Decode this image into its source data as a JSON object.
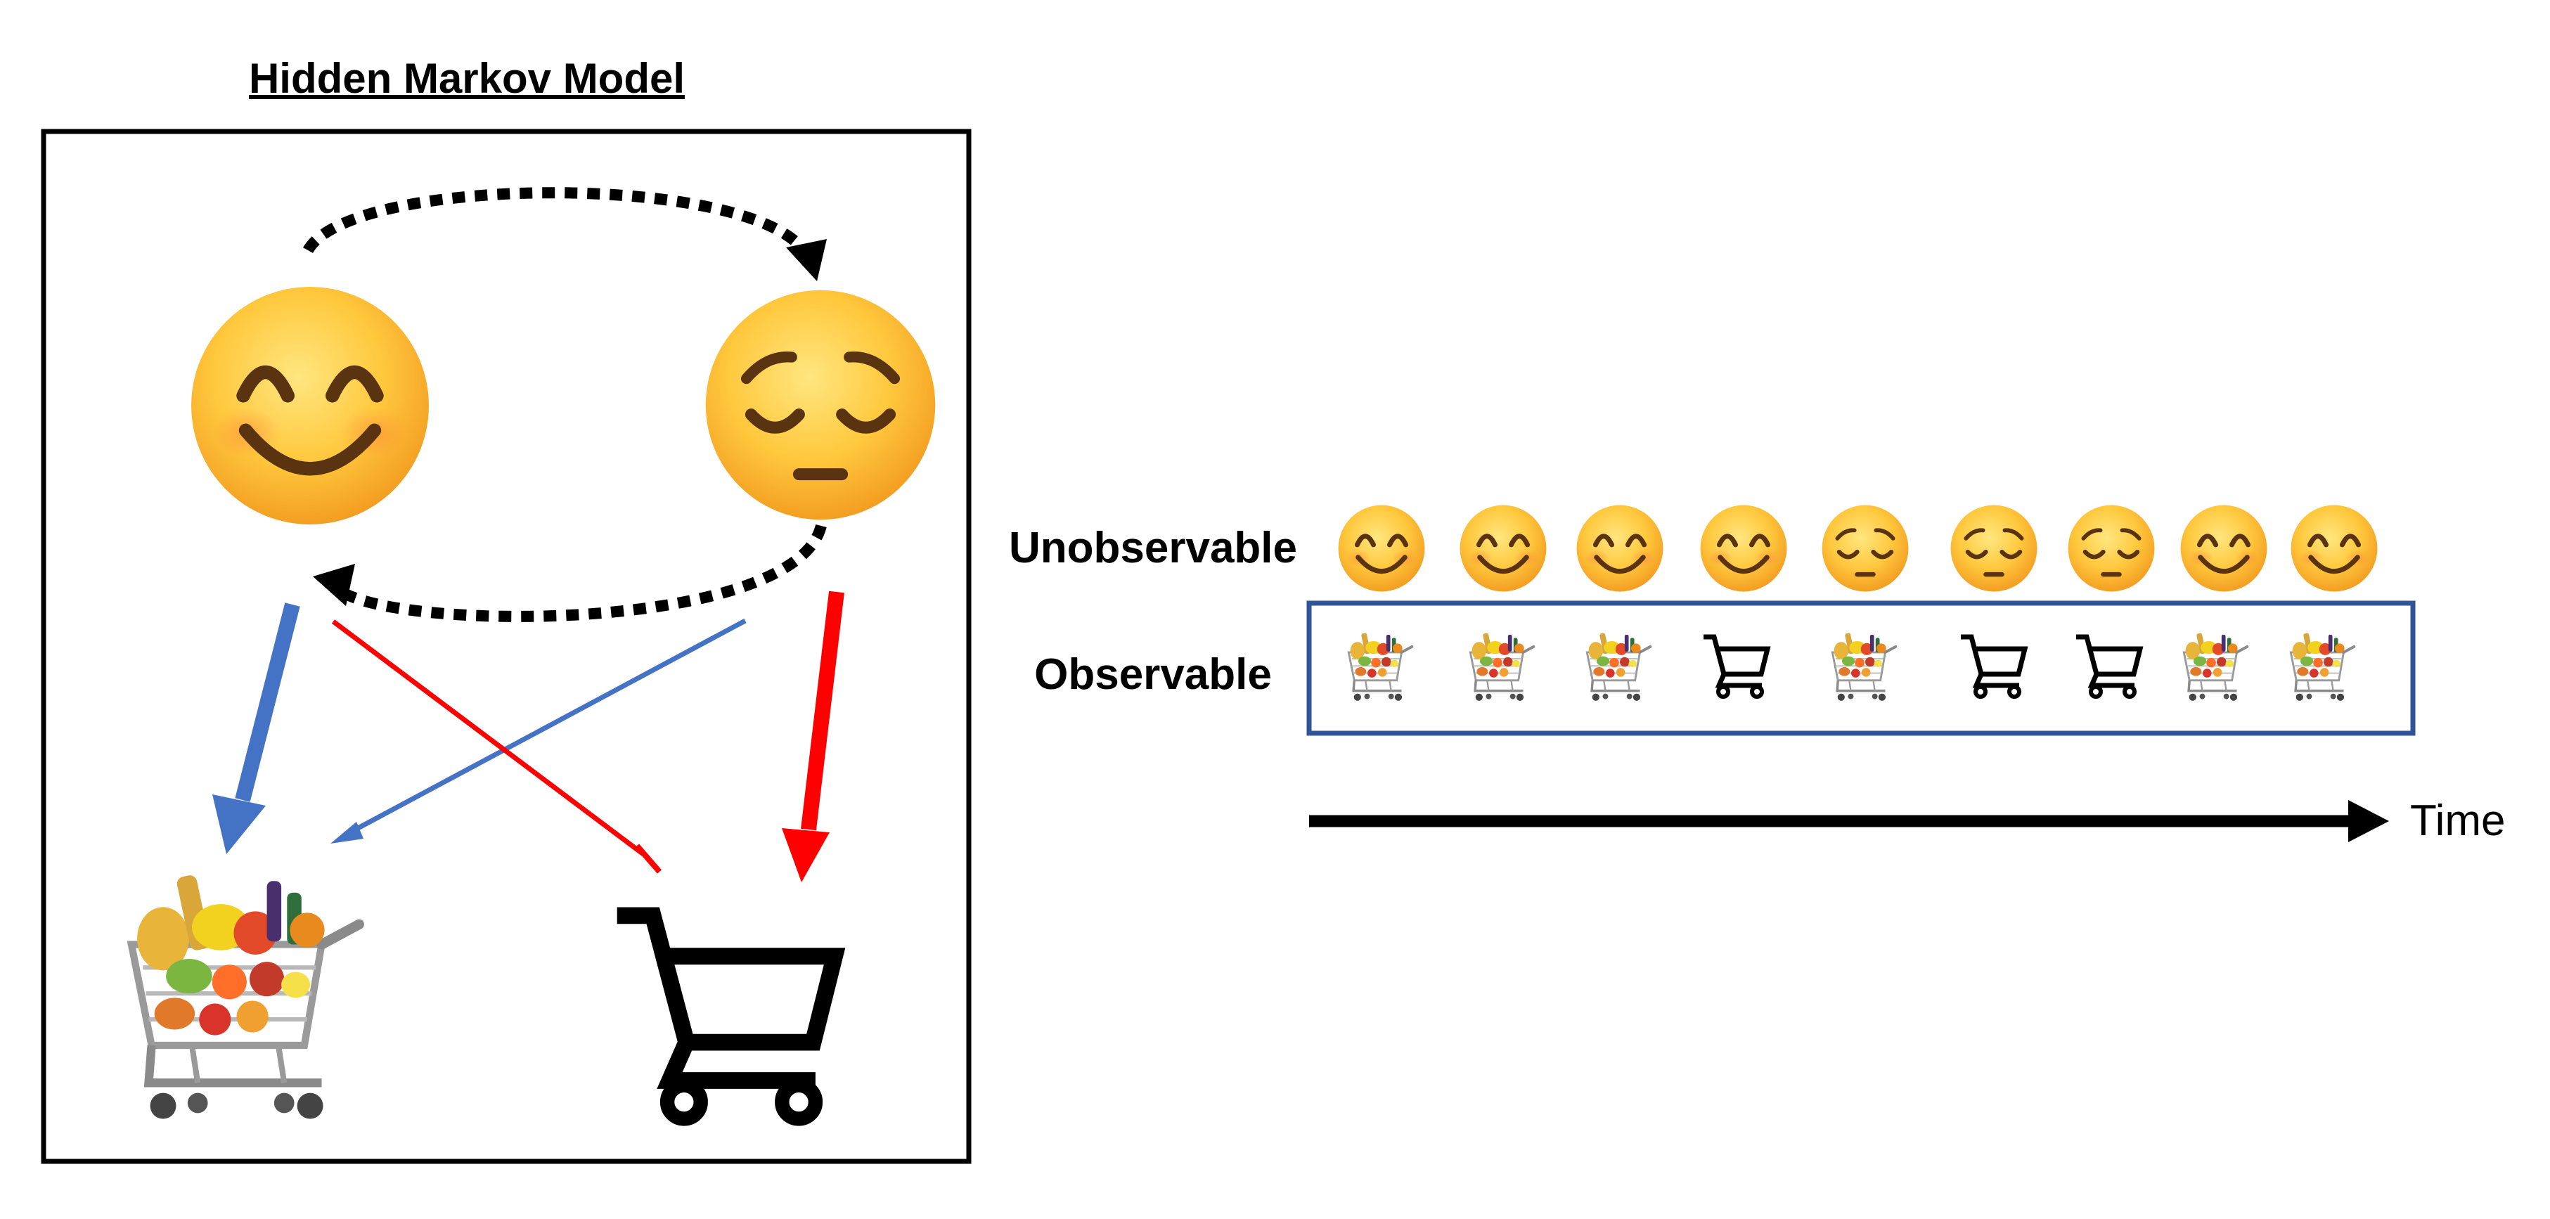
{
  "title": "Hidden Markov Model",
  "labels": {
    "unobservable": "Unobservable",
    "observable": "Observable",
    "time": "Time"
  },
  "states": [
    "happy",
    "sad"
  ],
  "observations": [
    "full-cart",
    "empty-cart"
  ],
  "hidden_sequence": [
    "happy",
    "happy",
    "happy",
    "happy",
    "sad",
    "sad",
    "sad",
    "happy",
    "happy"
  ],
  "observed_sequence": [
    "full-cart",
    "full-cart",
    "full-cart",
    "empty-cart",
    "full-cart",
    "empty-cart",
    "empty-cart",
    "full-cart",
    "full-cart"
  ],
  "colors": {
    "happy_arrow": "#4472c4",
    "sad_arrow": "#ff0000",
    "transition": "#000000",
    "sequence_box": "#2f5597",
    "emoji_face": "#ffc83d"
  }
}
